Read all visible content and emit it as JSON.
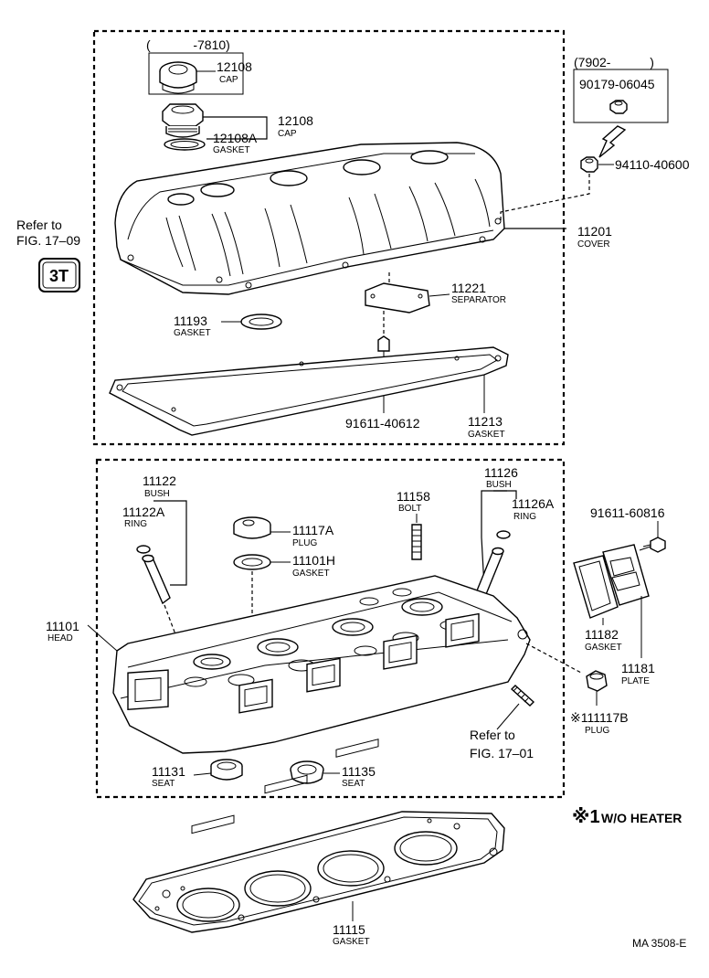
{
  "callouts": {
    "cap_oldstyle": {
      "num": "12108",
      "label": "CAP",
      "range": "(            -7810)"
    },
    "cap": {
      "num": "12108",
      "label": "CAP"
    },
    "cap_gasket": {
      "num": "12108A",
      "label": "GASKET"
    },
    "nut_range": "(7902-           )",
    "nut_old": {
      "num": "90179-06045"
    },
    "nut_new": {
      "num": "94110-40600"
    },
    "cover": {
      "num": "11201",
      "label": "COVER"
    },
    "separator": {
      "num": "11221",
      "label": "SEPARATOR"
    },
    "gasket_11193": {
      "num": "11193",
      "label": "GASKET"
    },
    "gasket_11213": {
      "num": "11213",
      "label": "GASKET"
    },
    "stud_91611_40612": {
      "num": "91611-40612"
    },
    "bush_11122": {
      "num": "11122",
      "label": "BUSH"
    },
    "ring_11122a": {
      "num": "11122A",
      "label": "RING"
    },
    "plug_11117a": {
      "num": "11117A",
      "label": "PLUG"
    },
    "gasket_11101h": {
      "num": "11101H",
      "label": "GASKET"
    },
    "bolt_11158": {
      "num": "11158",
      "label": "BOLT"
    },
    "bush_11126": {
      "num": "11126",
      "label": "BUSH"
    },
    "ring_11126a": {
      "num": "11126A",
      "label": "RING"
    },
    "bolt_91611_60816": {
      "num": "91611-60816"
    },
    "gasket_11182": {
      "num": "11182",
      "label": "GASKET"
    },
    "plate_11181": {
      "num": "11181",
      "label": "PLATE"
    },
    "head_11101": {
      "num": "11101",
      "label": "HEAD"
    },
    "plug_11117b": {
      "num": "※111117B",
      "label": "PLUG"
    },
    "seat_11131": {
      "num": "11131",
      "label": "SEAT"
    },
    "seat_11135": {
      "num": "11135",
      "label": "SEAT"
    },
    "gasket_11115": {
      "num": "11115",
      "label": "GASKET"
    }
  },
  "refs": {
    "ref_top_line1": "Refer to",
    "ref_top_line2": "FIG. 17–09",
    "engine_badge": "3T",
    "ref_bottom_line1": "Refer to",
    "ref_bottom_line2": "FIG. 17–01"
  },
  "footnote": {
    "mark": "※1",
    "text": "W/O HEATER"
  },
  "drawing_code": "MA 3508-E"
}
